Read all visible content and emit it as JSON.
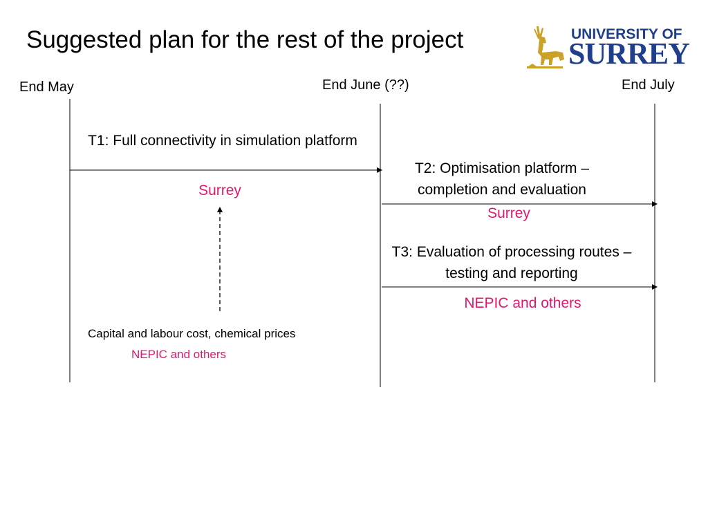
{
  "slide": {
    "title": "Suggested plan for the rest of the project"
  },
  "logo": {
    "line1": "UNIVERSITY OF",
    "line2": "SURREY",
    "stag_icon": "stag-icon",
    "colors": {
      "text": "#1f3e8c",
      "stag": "#c9a227"
    }
  },
  "milestones": {
    "may": "End May",
    "june": "End June (??)",
    "july": "End July"
  },
  "tasks": {
    "t1": {
      "title": "T1: Full connectivity in simulation platform",
      "owner": "Surrey"
    },
    "t2": {
      "title": "T2: Optimisation platform – completion and evaluation",
      "owner": "Surrey"
    },
    "t3": {
      "title": "T3: Evaluation of processing routes – testing and reporting",
      "owner": "NEPIC and others"
    }
  },
  "input": {
    "title": "Capital and labour cost, chemical prices",
    "owner": "NEPIC and others"
  },
  "colors": {
    "owner": "#e0186f",
    "line": "#000000"
  }
}
